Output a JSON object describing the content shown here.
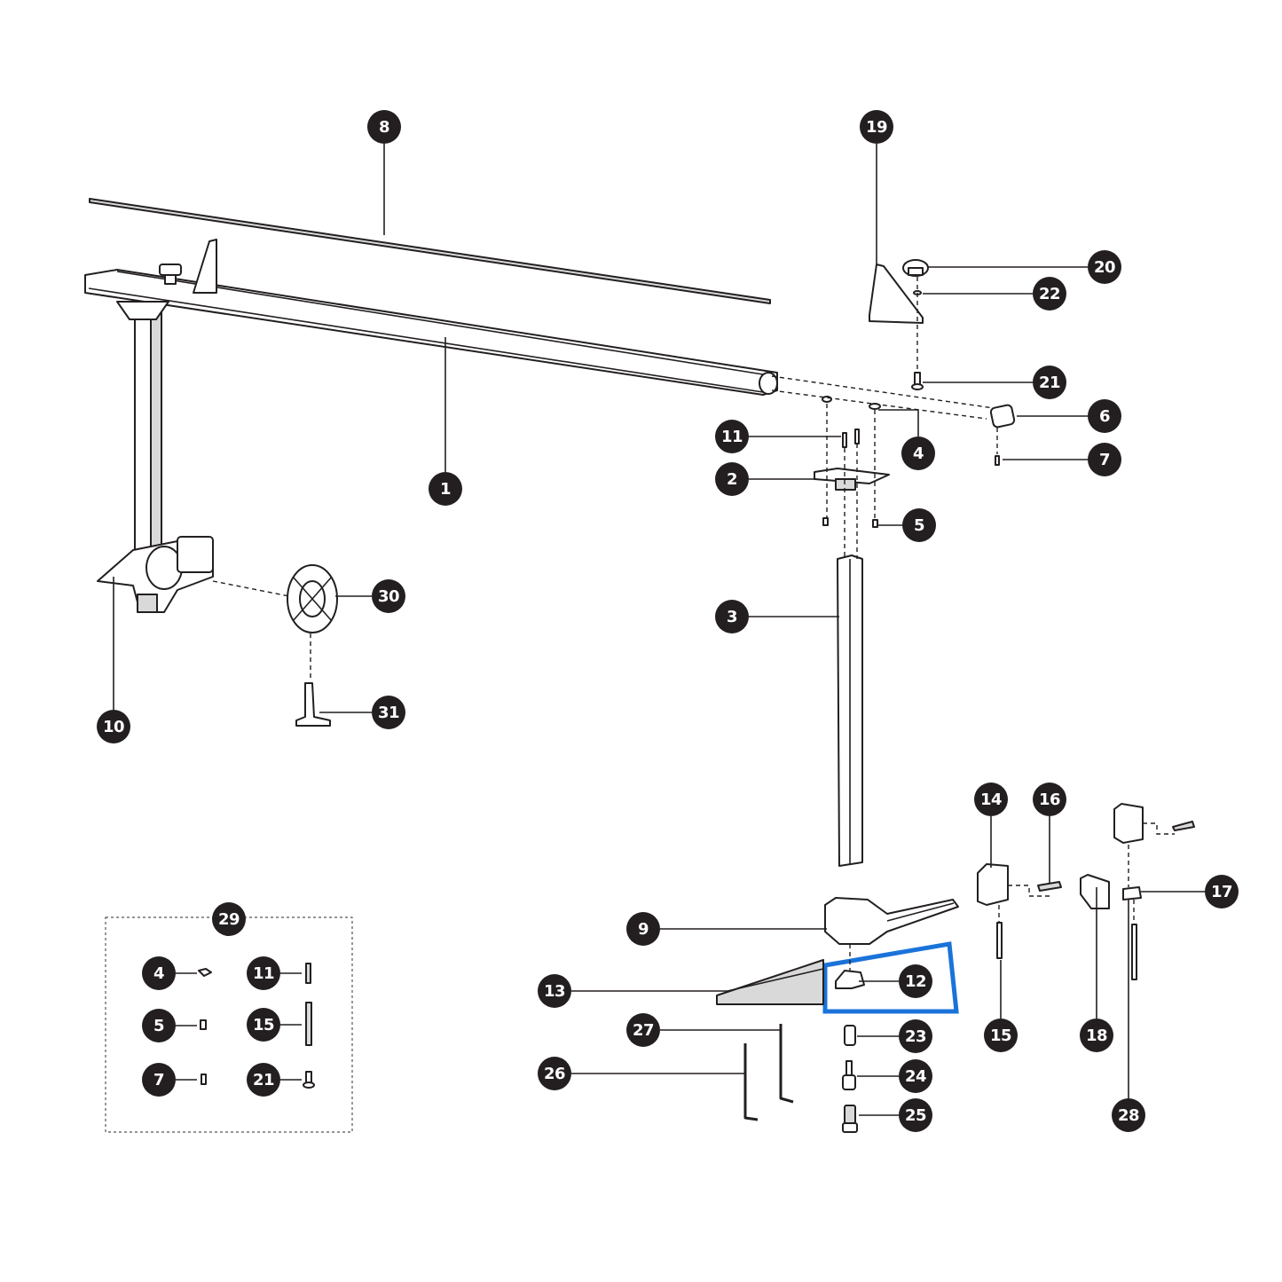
{
  "colors": {
    "ink": "#231f20",
    "highlight": "#1a73d9",
    "background": "#ffffff"
  },
  "highlighted_part": "12",
  "callouts": {
    "p1": "1",
    "p2": "2",
    "p3": "3",
    "p4": "4",
    "p5": "5",
    "p6": "6",
    "p7": "7",
    "p8": "8",
    "p9": "9",
    "p10": "10",
    "p11": "11",
    "p12": "12",
    "p13": "13",
    "p14": "14",
    "p15": "15",
    "p16": "16",
    "p17": "17",
    "p18": "18",
    "p19": "19",
    "p20": "20",
    "p21": "21",
    "p22": "22",
    "p23": "23",
    "p24": "24",
    "p25": "25",
    "p26": "26",
    "p27": "27",
    "p28": "28",
    "p29": "29",
    "p30": "30",
    "p31": "31"
  },
  "kit_29": {
    "label": "29",
    "items": [
      "4",
      "11",
      "5",
      "15",
      "7",
      "21"
    ]
  }
}
